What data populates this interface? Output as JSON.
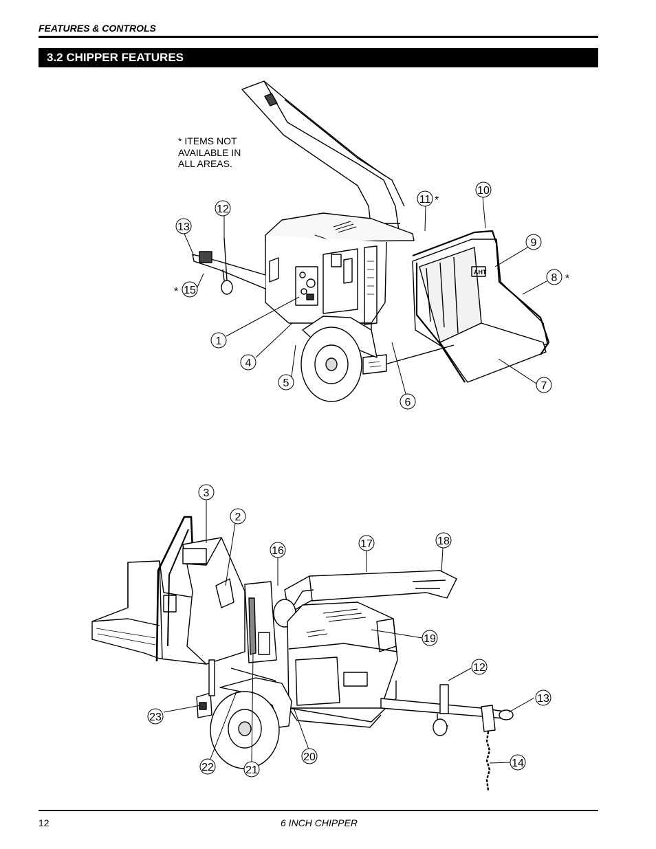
{
  "header": {
    "running_title": "FEATURES & CONTROLS",
    "section_title": "3.2  CHIPPER FEATURES"
  },
  "figure_top": {
    "note_lines": [
      "* ITEMS NOT",
      "AVAILABLE IN",
      "ALL AREAS."
    ],
    "callouts": [
      "1",
      "4",
      "5",
      "6",
      "7",
      "8",
      "9",
      "10",
      "11",
      "12",
      "13",
      "15"
    ],
    "asterisk": "*",
    "decal_text": "AHT"
  },
  "figure_bottom": {
    "callouts": [
      "2",
      "3",
      "12",
      "13",
      "14",
      "16",
      "17",
      "18",
      "19",
      "20",
      "21",
      "22",
      "23"
    ]
  },
  "footer": {
    "page_number": "12",
    "document_title": "6 INCH CHIPPER"
  }
}
